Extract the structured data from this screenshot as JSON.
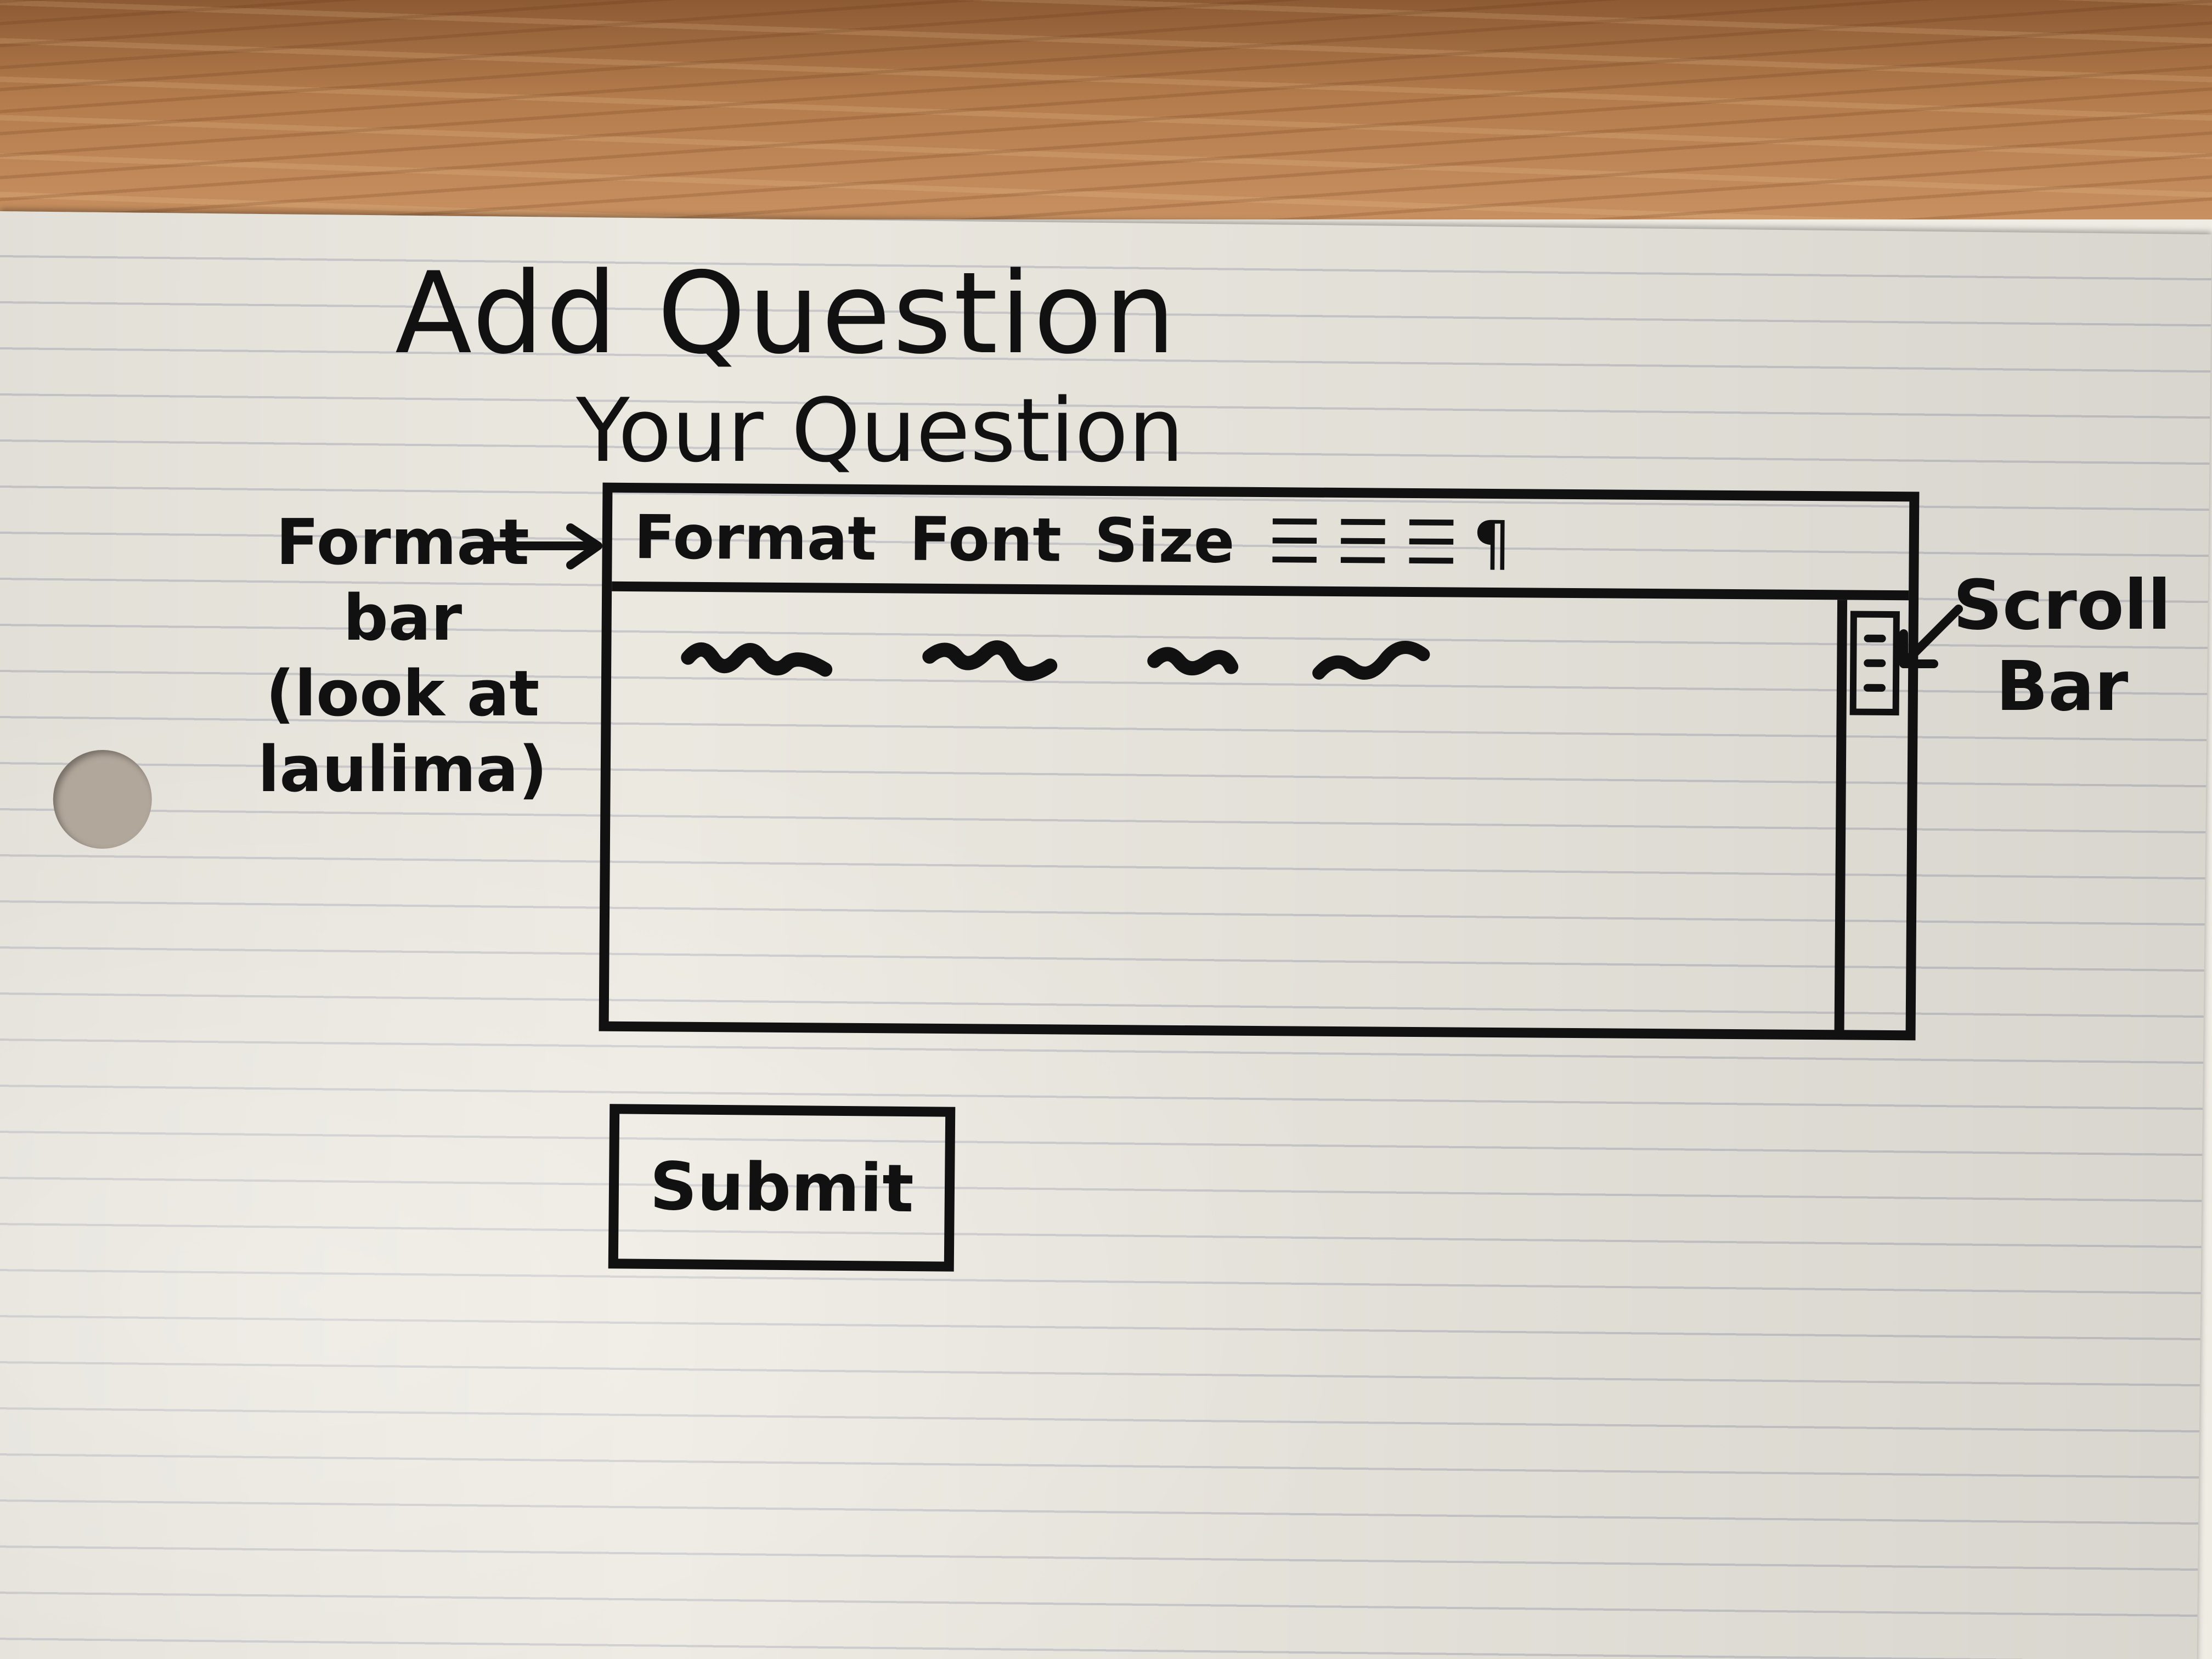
{
  "page": {
    "title": "Add Question",
    "question_label": "Your Question"
  },
  "editor": {
    "toolbar": {
      "format_label": "Format",
      "font_label": "Font",
      "size_label": "Size",
      "icons": [
        "align-left-icon",
        "align-center-icon",
        "align-right-icon",
        "paragraph-icon"
      ]
    }
  },
  "annotations": {
    "format_bar": "Format\nbar\n(look at\nlaulima)",
    "scroll_bar": "Scroll\nBar"
  },
  "submit": {
    "label": "Submit"
  },
  "colors": {
    "ink": "#111111",
    "paper": "#ebe8e0",
    "desk": "#b47c4c"
  }
}
